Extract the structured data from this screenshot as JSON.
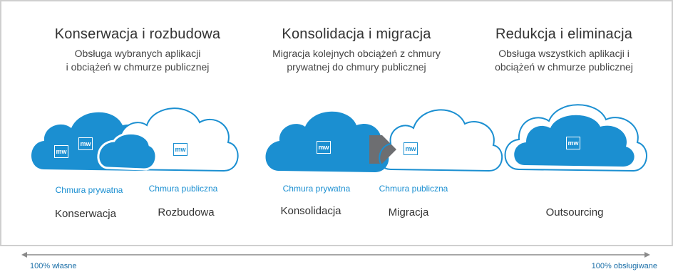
{
  "columns": [
    {
      "title": "Konserwacja i rozbudowa",
      "subtitle_line1": "Obsługa wybranych aplikacji",
      "subtitle_line2": "i obciążeń w chmurze publicznej",
      "cloud_left_label": "Chmura prywatna",
      "cloud_right_label": "Chmura publiczna",
      "kind_left": "Konserwacja",
      "kind_right": "Rozbudowa"
    },
    {
      "title": "Konsolidacja i migracja",
      "subtitle_line1": "Migracja kolejnych obciążeń z chmury",
      "subtitle_line2": "prywatnej do chmury publicznej",
      "cloud_left_label": "Chmura prywatna",
      "cloud_right_label": "Chmura publiczna",
      "kind_left": "Konsolidacja",
      "kind_right": "Migracja"
    },
    {
      "title": "Redukcja i eliminacja",
      "subtitle_line1": "Obsługa wszystkich aplikacji i",
      "subtitle_line2": "obciążeń w chmurze publicznej",
      "kind_center": "Outsourcing"
    }
  ],
  "vm_badge_text": "mw",
  "axis": {
    "left_label": "100% własne",
    "right_label": "100% obsługiwane"
  },
  "colors": {
    "cloud_blue": "#1b8fd1",
    "label_blue": "#1b8fd1",
    "arrow_gray": "#6d6e71",
    "axis_gray": "#8a8a8a"
  }
}
